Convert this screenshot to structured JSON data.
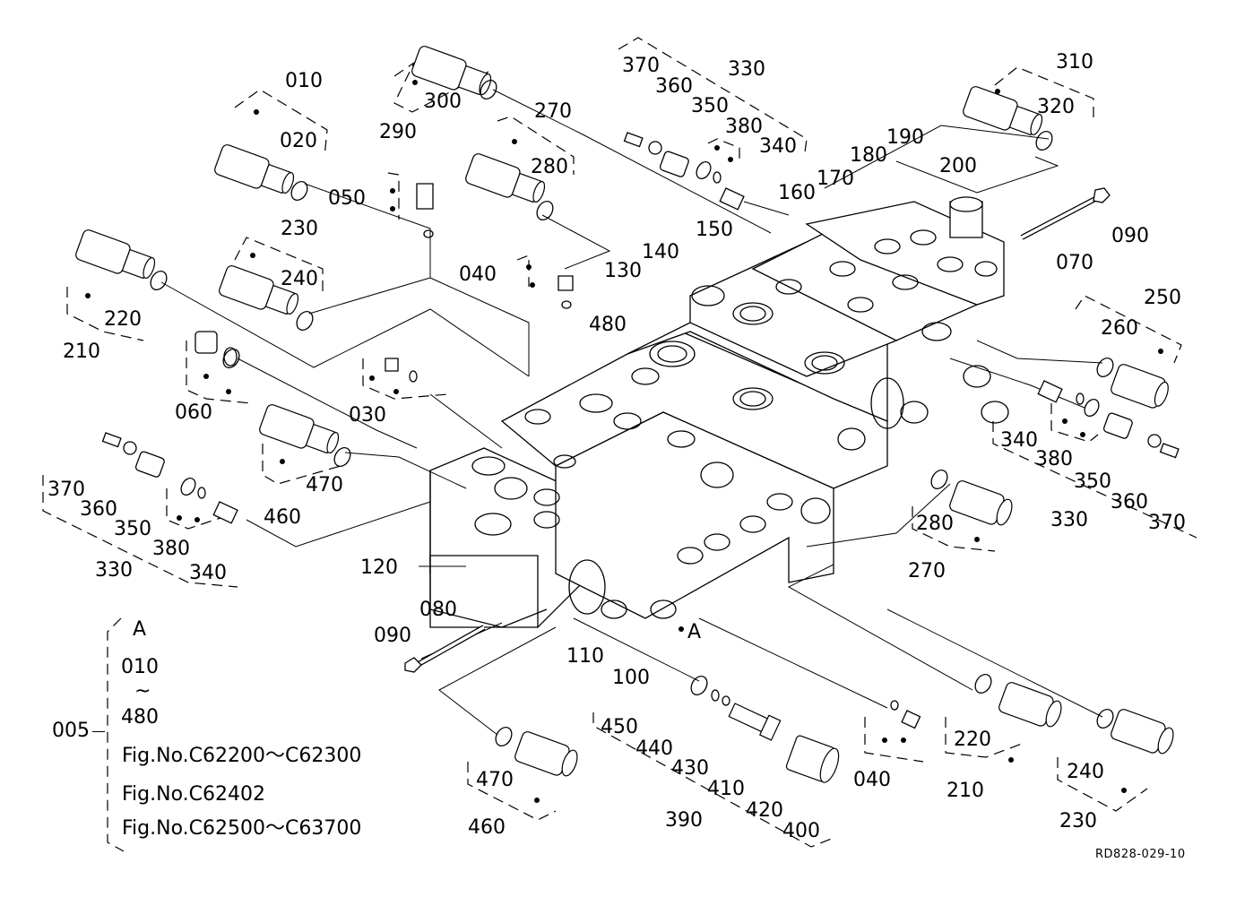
{
  "diagram": {
    "title": "Control valve assembly exploded parts diagram",
    "drawing_code": "RD828-029-10",
    "colors": {
      "ink": "#000000",
      "paper": "#ffffff"
    }
  },
  "legend": {
    "assembly_number": "005",
    "lines": [
      "A",
      "010",
      "~",
      "480",
      "Fig.No.C62200～C62300",
      "Fig.No.C62402",
      "Fig.No.C62500～C63700"
    ]
  },
  "callouts": [
    {
      "id": "c010",
      "text": "010"
    },
    {
      "id": "c020",
      "text": "020"
    },
    {
      "id": "c050",
      "text": "050"
    },
    {
      "id": "c290",
      "text": "290"
    },
    {
      "id": "c300",
      "text": "300"
    },
    {
      "id": "c270a",
      "text": "270"
    },
    {
      "id": "c280a",
      "text": "280"
    },
    {
      "id": "c370a",
      "text": "370"
    },
    {
      "id": "c360a",
      "text": "360"
    },
    {
      "id": "c350a",
      "text": "350"
    },
    {
      "id": "c330a",
      "text": "330"
    },
    {
      "id": "c380a",
      "text": "380"
    },
    {
      "id": "c340a",
      "text": "340"
    },
    {
      "id": "c310",
      "text": "310"
    },
    {
      "id": "c320",
      "text": "320"
    },
    {
      "id": "c160",
      "text": "160"
    },
    {
      "id": "c170",
      "text": "170"
    },
    {
      "id": "c180",
      "text": "180"
    },
    {
      "id": "c190",
      "text": "190"
    },
    {
      "id": "c200",
      "text": "200"
    },
    {
      "id": "c090a",
      "text": "090"
    },
    {
      "id": "c070",
      "text": "070"
    },
    {
      "id": "c150",
      "text": "150"
    },
    {
      "id": "c140",
      "text": "140"
    },
    {
      "id": "c130",
      "text": "130"
    },
    {
      "id": "c040a",
      "text": "040"
    },
    {
      "id": "c480",
      "text": "480"
    },
    {
      "id": "c230a",
      "text": "230"
    },
    {
      "id": "c240a",
      "text": "240"
    },
    {
      "id": "c220a",
      "text": "220"
    },
    {
      "id": "c210a",
      "text": "210"
    },
    {
      "id": "c060",
      "text": "060"
    },
    {
      "id": "c030",
      "text": "030"
    },
    {
      "id": "c470a",
      "text": "470"
    },
    {
      "id": "c460a",
      "text": "460"
    },
    {
      "id": "c370b",
      "text": "370"
    },
    {
      "id": "c360b",
      "text": "360"
    },
    {
      "id": "c350b",
      "text": "350"
    },
    {
      "id": "c380b",
      "text": "380"
    },
    {
      "id": "c330b",
      "text": "330"
    },
    {
      "id": "c340b",
      "text": "340"
    },
    {
      "id": "c120",
      "text": "120"
    },
    {
      "id": "c080",
      "text": "080"
    },
    {
      "id": "c090b",
      "text": "090"
    },
    {
      "id": "c110",
      "text": "110"
    },
    {
      "id": "c100",
      "text": "100"
    },
    {
      "id": "cA",
      "text": "A"
    },
    {
      "id": "c250",
      "text": "250"
    },
    {
      "id": "c260",
      "text": "260"
    },
    {
      "id": "c340c",
      "text": "340"
    },
    {
      "id": "c380c",
      "text": "380"
    },
    {
      "id": "c350c",
      "text": "350"
    },
    {
      "id": "c360c",
      "text": "360"
    },
    {
      "id": "c370c",
      "text": "370"
    },
    {
      "id": "c330c",
      "text": "330"
    },
    {
      "id": "c280b",
      "text": "280"
    },
    {
      "id": "c270b",
      "text": "270"
    },
    {
      "id": "c450",
      "text": "450"
    },
    {
      "id": "c440",
      "text": "440"
    },
    {
      "id": "c430",
      "text": "430"
    },
    {
      "id": "c410",
      "text": "410"
    },
    {
      "id": "c420",
      "text": "420"
    },
    {
      "id": "c400",
      "text": "400"
    },
    {
      "id": "c390",
      "text": "390"
    },
    {
      "id": "c040b",
      "text": "040"
    },
    {
      "id": "c220b",
      "text": "220"
    },
    {
      "id": "c210b",
      "text": "210"
    },
    {
      "id": "c240b",
      "text": "240"
    },
    {
      "id": "c230b",
      "text": "230"
    },
    {
      "id": "c470b",
      "text": "470"
    },
    {
      "id": "c460b",
      "text": "460"
    }
  ]
}
